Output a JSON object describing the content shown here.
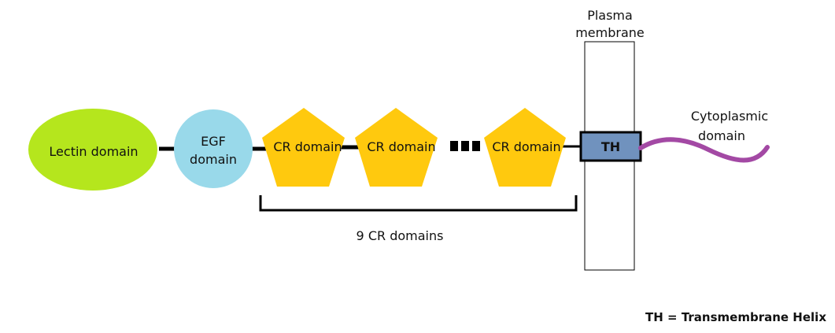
{
  "labels": {
    "membrane": [
      "Plasma",
      "membrane"
    ],
    "lectin": "Lectin domain",
    "egf": [
      "EGF",
      "domain"
    ],
    "cr": [
      "CR domain",
      "CR domain",
      "CR domain"
    ],
    "th": "TH",
    "cytoplasmic": [
      "Cytoplasmic",
      "domain"
    ],
    "bracket": "9 CR domains",
    "legend": "TH = Transmembrane Helix"
  },
  "colors": {
    "lectin": "#b5e61d",
    "egf": "#99d9ea",
    "cr": "#ffc90e",
    "th": "#7092be",
    "cytoplasmic": "#a349a4"
  }
}
